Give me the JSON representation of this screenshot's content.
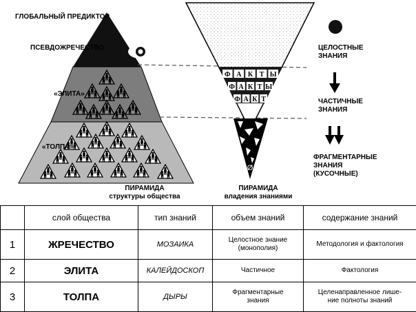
{
  "left_labels": {
    "global_predictor": "ГЛОБАЛЬНЫЙ ПРЕДИКТОР",
    "pseudo_priesthood": "ПСЕВДОЖРЕЧЕСТВО",
    "elite": "«ЭЛИТА»",
    "crowd": "«ТОЛПА»"
  },
  "left_caption": [
    "ПИРАМИДА",
    "структуры общества"
  ],
  "right_caption": [
    "ПИРАМИДА",
    "владения знаниями"
  ],
  "right_labels": {
    "whole": [
      "ЦЕЛОСТНЫЕ",
      "ЗНАНИЯ"
    ],
    "partial": [
      "ЧАСТИЧНЫЕ",
      "ЗНАНИЯ"
    ],
    "fragmentary": [
      "ФРАГМЕНТАРНЫЕ",
      "ЗНАНИЯ",
      "(КУСОЧНЫЕ)"
    ]
  },
  "brick_letters": {
    "row1": [
      "Ф",
      "А",
      "К",
      "Т",
      "Ы"
    ],
    "row2": [
      "Ф",
      "А",
      "К",
      "Т",
      "Ы"
    ],
    "row3": [
      "Ф",
      "А",
      "К",
      "Т"
    ]
  },
  "zero_mark": "Ø",
  "table": {
    "headers": [
      "",
      "слой общества",
      "тип знаний",
      "объем знаний",
      "содержание знаний"
    ],
    "rows": [
      {
        "num": "1",
        "layer": "ЖРЕЧЕСТВО",
        "type": "МОЗАИКА",
        "volume": [
          "Целостное знание",
          "(монополия)"
        ],
        "content": [
          "Методология и фактология"
        ]
      },
      {
        "num": "2",
        "layer": "ЭЛИТА",
        "type": "КАЛЕЙДОСКОП",
        "volume": [
          "Частичное"
        ],
        "content": [
          "Фактология"
        ]
      },
      {
        "num": "3",
        "layer": "ТОЛПА",
        "type": "ДЫРЫ",
        "volume": [
          "Фрагментарные",
          "знания"
        ],
        "content": [
          "Целенаправленное лише-",
          "ние полноты знаний"
        ]
      }
    ]
  }
}
